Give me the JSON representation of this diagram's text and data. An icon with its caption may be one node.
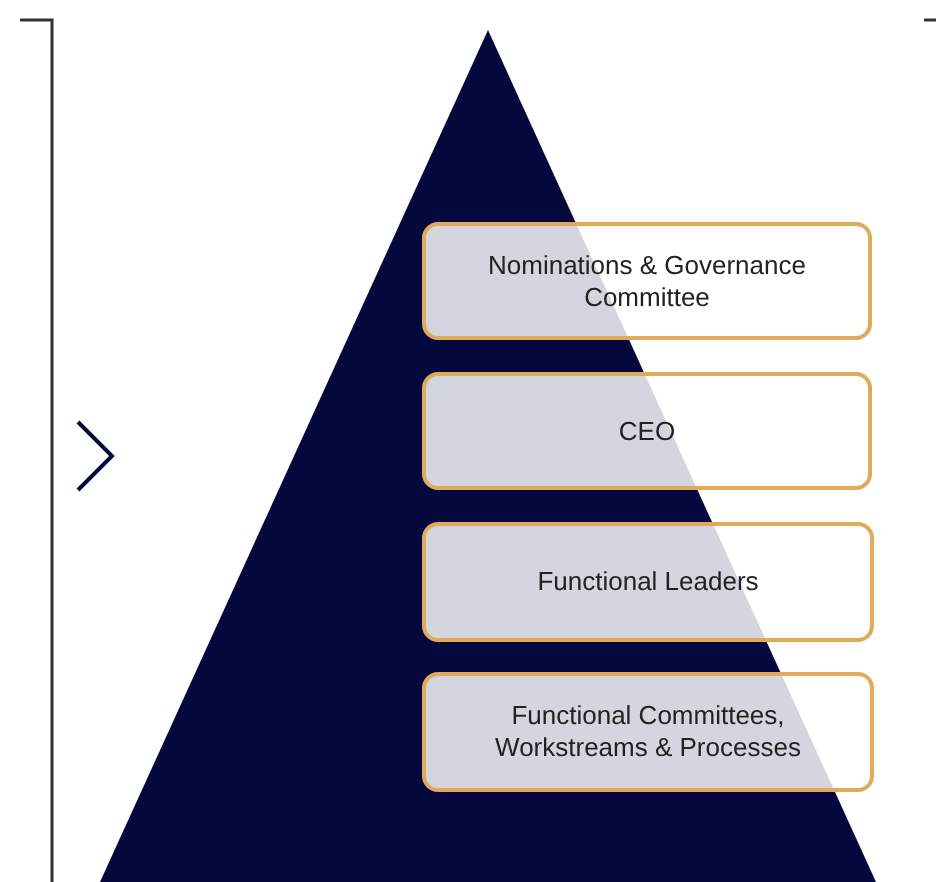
{
  "diagram": {
    "nodes": [
      {
        "text": [
          "Nominations & Governance Committee"
        ]
      },
      {
        "text": [
          "CEO"
        ]
      },
      {
        "text": [
          "Functional Leaders"
        ]
      },
      {
        "text": [
          "Functional Committees, Workstreams & Processes"
        ]
      }
    ]
  }
}
